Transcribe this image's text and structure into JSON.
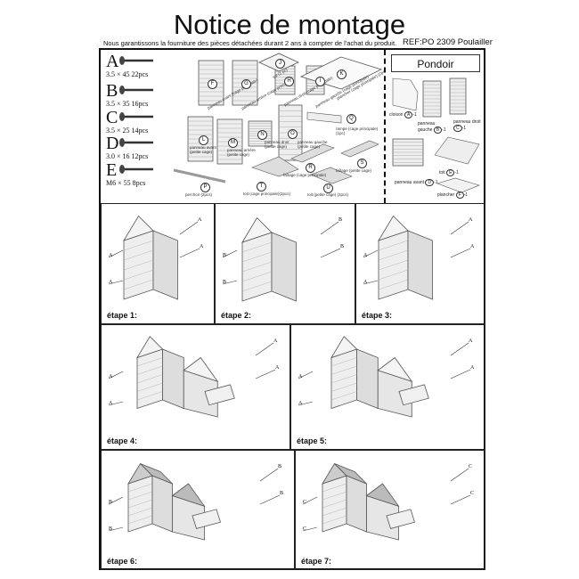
{
  "header": {
    "title": "Notice de montage",
    "guarantee": "Nous garantissons la fourniture des pièces détachées durant 2 ans à compter de l'achat du produit.",
    "reference": "REF:PO 2309 Poulailler"
  },
  "screws": [
    {
      "letter": "A",
      "spec": "3.5 × 45    22pcs"
    },
    {
      "letter": "B",
      "spec": "3.5 × 35    16pcs"
    },
    {
      "letter": "C",
      "spec": "3.5 × 25    14pcs"
    },
    {
      "letter": "D",
      "spec": "3.0 × 16    12pcs"
    },
    {
      "letter": "E",
      "spec": "M6 × 55  8pcs"
    }
  ],
  "parts": [
    {
      "id": "F",
      "label": "panneau avant (cage principale)"
    },
    {
      "id": "G",
      "label": "panneau arrière (cage principale)"
    },
    {
      "id": "H",
      "label": "panneau droit (cage principale)"
    },
    {
      "id": "I",
      "label": "panneau gauche (cage principale)"
    },
    {
      "id": "J",
      "label": "sol (1 pc)"
    },
    {
      "id": "K",
      "label": "plancher (cage principale) (2pcs)"
    },
    {
      "id": "L",
      "label": "panneau avant (petite cage)"
    },
    {
      "id": "M",
      "label": "panneau arrière (petite cage)"
    },
    {
      "id": "N",
      "label": "panneau droit (petite cage)"
    },
    {
      "id": "O",
      "label": "panneau gauche (petite cage)"
    },
    {
      "id": "Q",
      "label": "rampe (cage principale)(1pc)"
    },
    {
      "id": "R",
      "label": "faîtage (cage principale)"
    },
    {
      "id": "S",
      "label": "faîtage (petite cage)"
    },
    {
      "id": "P",
      "label": "perchoir (2pcs)"
    },
    {
      "id": "T",
      "label": "toit (cage principale)(2pcs)"
    },
    {
      "id": "U",
      "label": "toit (petite cage) (2pcs)"
    }
  ],
  "pondoir": {
    "title": "Pondoir",
    "parts": [
      {
        "id": "A",
        "label": "cloison",
        "qty": "-1"
      },
      {
        "id": "B",
        "label": "panneau gauche",
        "qty": "-1"
      },
      {
        "id": "C",
        "label": "panneau droit",
        "qty": "-1"
      },
      {
        "id": "D",
        "label": "panneau avant",
        "qty": "-1"
      },
      {
        "id": "E",
        "label": "toit",
        "qty": "-1"
      },
      {
        "id": "F",
        "label": "plancher",
        "qty": "-1"
      }
    ]
  },
  "steps": [
    {
      "label": "étape 1:"
    },
    {
      "label": "étape 2:"
    },
    {
      "label": "étape 3:"
    },
    {
      "label": "étape 4:"
    },
    {
      "label": "étape 5:"
    },
    {
      "label": "étape 6:"
    },
    {
      "label": "étape 7:"
    }
  ],
  "colors": {
    "line": "#555555",
    "border": "#111111"
  }
}
